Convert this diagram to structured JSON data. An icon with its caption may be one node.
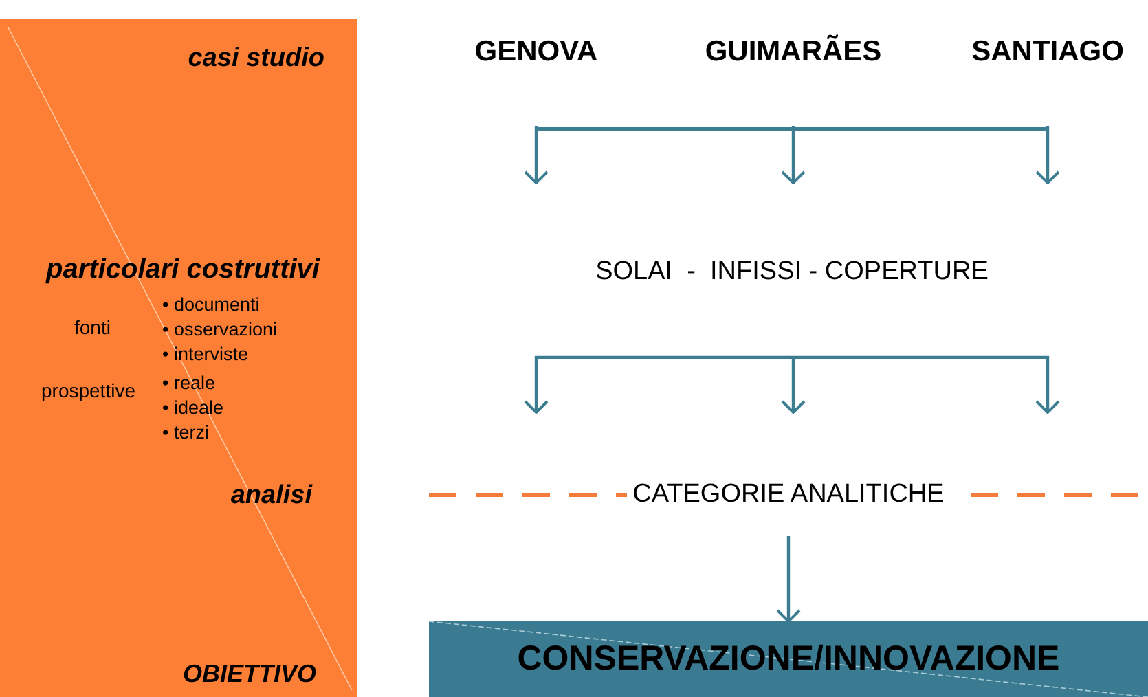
{
  "diagram": {
    "nodes": [
      {
        "text": [
          "casi studio",
          "particolari costruttivi",
          "fonti",
          "• documenti",
          "• osservazioni",
          "• interviste",
          "prospettive",
          "• reale",
          "• ideale",
          "• terzi",
          "analisi",
          "OBIETTIVO"
        ]
      },
      {
        "text": [
          "GENOVA"
        ]
      },
      {
        "text": [
          "GUIMARÃES"
        ]
      },
      {
        "text": [
          "SANTIAGO"
        ]
      },
      {
        "text": [
          "SOLAI  -  INFISSI - COPERTURE"
        ]
      },
      {
        "text": [
          "CATEGORIE ANALITICHE"
        ]
      },
      {
        "text": [
          "CONSERVAZIONE/INNOVAZIONE"
        ]
      }
    ],
    "edges": [
      {
        "from": 1,
        "to": 4,
        "arrow": "to"
      },
      {
        "from": 2,
        "to": 4,
        "arrow": "to"
      },
      {
        "from": 3,
        "to": 4,
        "arrow": "to"
      },
      {
        "from": 4,
        "to": 5,
        "arrow": "to"
      },
      {
        "from": 4,
        "to": 5,
        "arrow": "to"
      },
      {
        "from": 4,
        "to": 5,
        "arrow": "to"
      },
      {
        "from": 5,
        "to": 6,
        "arrow": "to"
      }
    ]
  }
}
